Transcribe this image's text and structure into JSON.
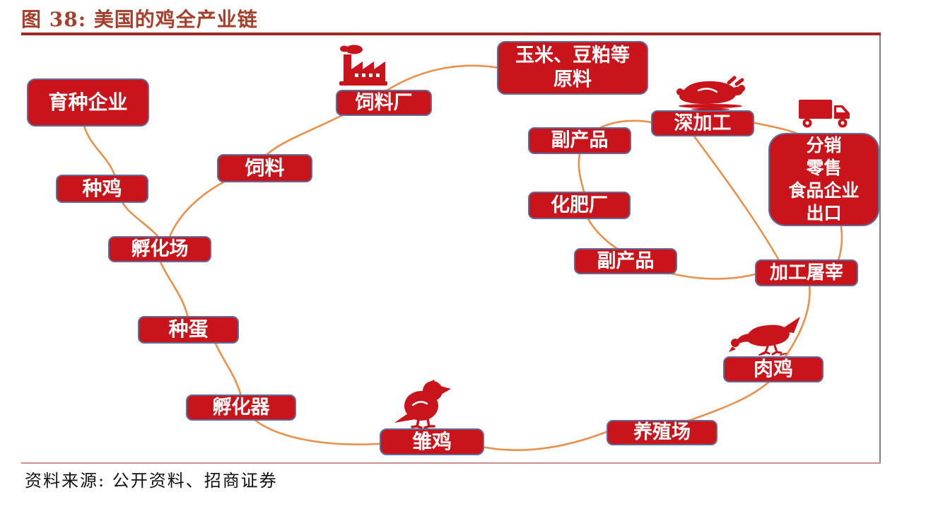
{
  "figure": {
    "title": "图 38: 美国的鸡全产业链",
    "source": "资料来源: 公开资料、招商证券"
  },
  "colors": {
    "node_fill": "#C9141B",
    "node_border": "#5D6D9E",
    "node_text": "#FFFFFF",
    "edge_orange": "#E9914C",
    "title_red": "#A43F2B",
    "title_rule_red": "#9F2A24",
    "frame_right_gray": "#76839B",
    "frame_bottom_pink": "#C9918D",
    "source_text": "#111111"
  },
  "nodes": {
    "breeding_company": {
      "label": "育种企业"
    },
    "breeder_chicken": {
      "label": "种鸡"
    },
    "hatchery": {
      "label": "孵化场"
    },
    "breeder_egg": {
      "label": "种蛋"
    },
    "incubator": {
      "label": "孵化器"
    },
    "chick": {
      "label": "雏鸡"
    },
    "farm": {
      "label": "养殖场"
    },
    "broiler": {
      "label": "肉鸡"
    },
    "slaughter": {
      "label": "加工屠宰"
    },
    "deep_processing": {
      "label": "深加工"
    },
    "distribution": {
      "lines": [
        "分销",
        "零售",
        "食品企业",
        "出口"
      ]
    },
    "byproduct_top": {
      "label": "副产品"
    },
    "fertilizer": {
      "label": "化肥厂"
    },
    "byproduct_bottom": {
      "label": "副产品"
    },
    "feed_mill": {
      "label": "饲料厂"
    },
    "feed": {
      "label": "饲料"
    },
    "raw_material": {
      "lines": [
        "玉米、豆粕等",
        "原料"
      ]
    }
  },
  "icons": {
    "feed_mill": "factory-icon",
    "deep_processing": "cooked-chicken-icon",
    "distribution": "truck-icon",
    "chick": "chick-icon",
    "broiler": "hen-icon"
  },
  "edges": [
    {
      "from": "breeding_company",
      "to": "breeder_chicken"
    },
    {
      "from": "breeder_chicken",
      "to": "hatchery"
    },
    {
      "from": "hatchery",
      "to": "breeder_egg"
    },
    {
      "from": "breeder_egg",
      "to": "incubator"
    },
    {
      "from": "incubator",
      "to": "chick"
    },
    {
      "from": "chick",
      "to": "farm"
    },
    {
      "from": "farm",
      "to": "broiler"
    },
    {
      "from": "broiler",
      "to": "slaughter"
    },
    {
      "from": "slaughter",
      "to": "deep_processing"
    },
    {
      "from": "slaughter",
      "to": "distribution"
    },
    {
      "from": "deep_processing",
      "to": "distribution"
    },
    {
      "from": "deep_processing",
      "to": "byproduct_top"
    },
    {
      "from": "byproduct_top",
      "to": "fertilizer"
    },
    {
      "from": "fertilizer",
      "to": "byproduct_bottom"
    },
    {
      "from": "byproduct_bottom",
      "to": "slaughter"
    },
    {
      "from": "raw_material",
      "to": "feed_mill"
    },
    {
      "from": "feed_mill",
      "to": "feed"
    },
    {
      "from": "feed",
      "to": "hatchery"
    }
  ]
}
